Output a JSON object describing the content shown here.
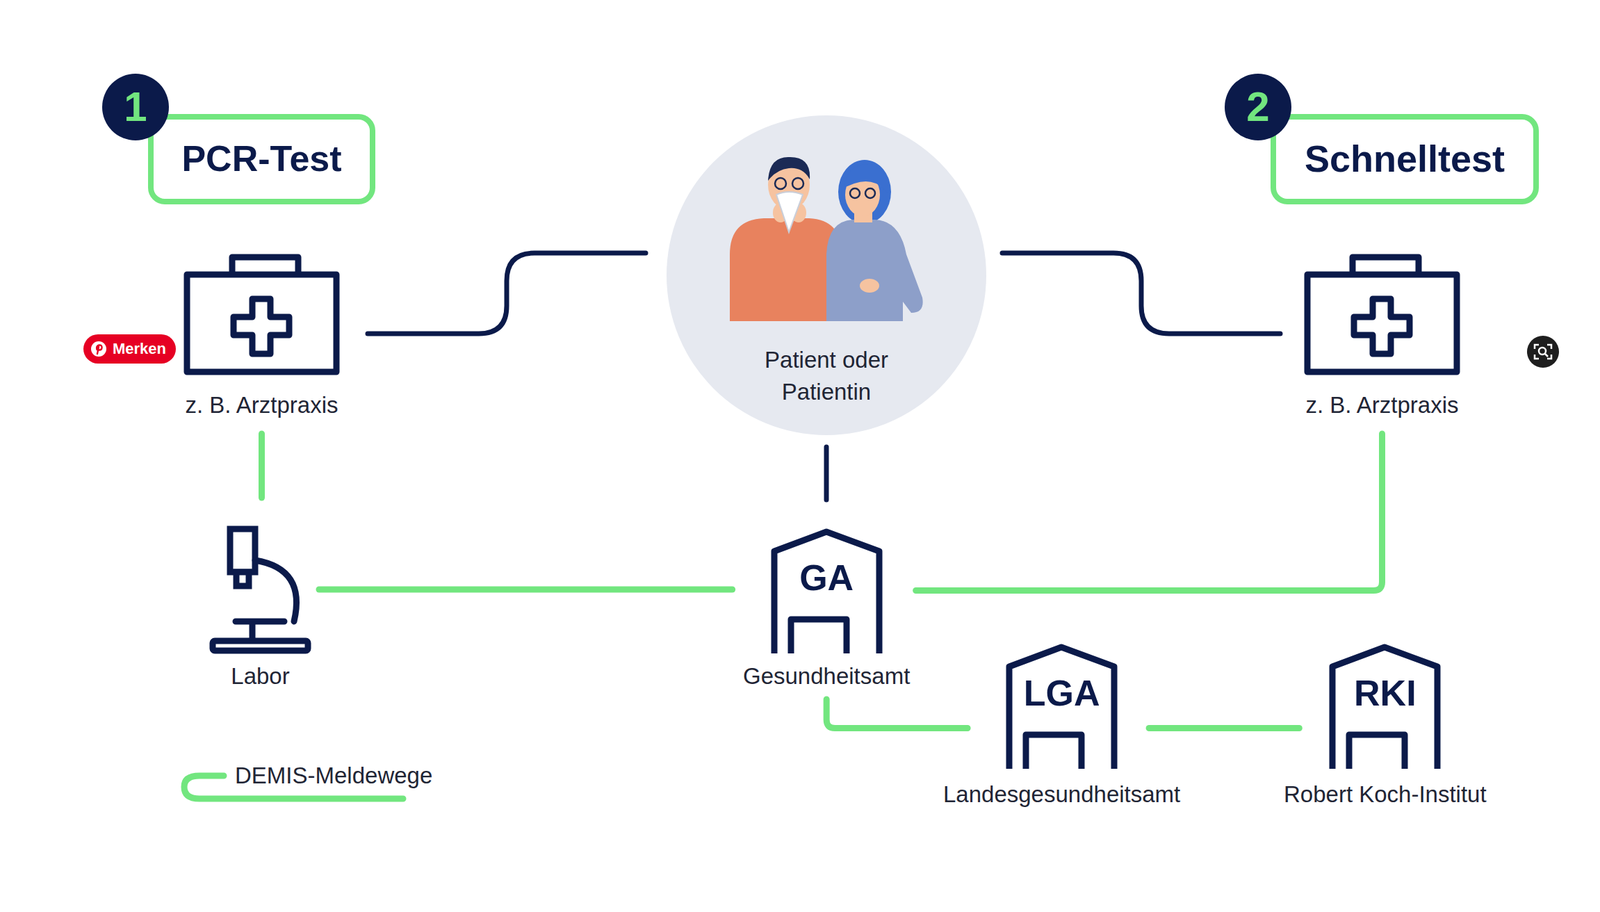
{
  "diagram": {
    "nodes": [
      {
        "text": [
          "PCR-Test"
        ]
      },
      {
        "text": [
          "Schnelltest"
        ]
      },
      {
        "text": [
          "z. B. Arztpraxis"
        ]
      },
      {
        "text": [
          "Patient oder Patientin"
        ]
      },
      {
        "text": [
          "z. B. Arztpraxis"
        ]
      },
      {
        "text": [
          "Labor"
        ]
      },
      {
        "text": [
          "GA",
          "Gesundheitsamt"
        ]
      },
      {
        "text": [
          "LGA",
          "Landesgesundheitsamt"
        ]
      },
      {
        "text": [
          "RKI",
          "Robert Koch-Institut"
        ]
      }
    ],
    "edges": [
      {
        "from": 2,
        "to": 3,
        "arrow": "none"
      },
      {
        "from": 3,
        "to": 4,
        "arrow": "none"
      },
      {
        "from": 2,
        "to": 5,
        "arrow": "none"
      },
      {
        "from": 5,
        "to": 6,
        "arrow": "none"
      },
      {
        "from": 3,
        "to": 6,
        "arrow": "none"
      },
      {
        "from": 4,
        "to": 6,
        "arrow": "none"
      },
      {
        "from": 6,
        "to": 7,
        "arrow": "none"
      },
      {
        "from": 7,
        "to": 8,
        "arrow": "none"
      }
    ],
    "labels": [
      "1",
      "2",
      "Merken"
    ],
    "legend": [
      {
        "text": "DEMIS-Meldewege"
      }
    ]
  }
}
